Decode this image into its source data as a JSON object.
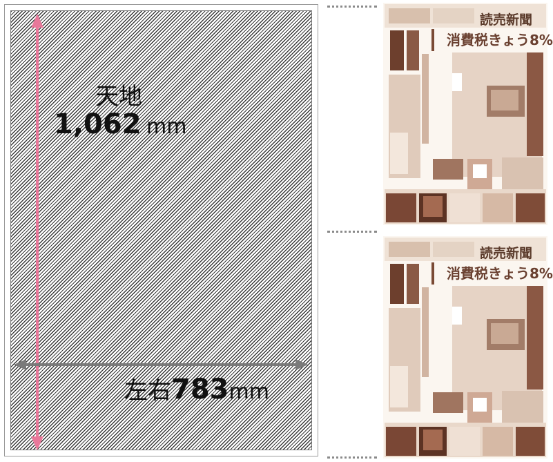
{
  "diagram": {
    "vertical": {
      "kanji": "天地",
      "value": "1,062",
      "unit": "mm",
      "color": "#e8789a"
    },
    "horizontal": {
      "kanji": "左右",
      "value": "783",
      "unit": "mm",
      "color": "#7a7a7a"
    }
  },
  "newspaper": {
    "masthead": "読売新聞",
    "headline": "消費税きょう8%",
    "pages": 2
  }
}
